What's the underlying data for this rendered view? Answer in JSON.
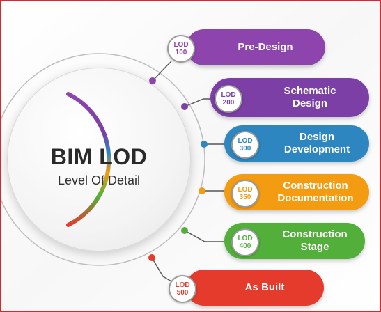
{
  "hub": {
    "title": "BIM LOD",
    "subtitle": "Level Of Detail"
  },
  "levels": [
    {
      "badge_top": "LOD",
      "badge_num": "100",
      "label": "Pre-Design",
      "color": "#8e44ad"
    },
    {
      "badge_top": "LOD",
      "badge_num": "200",
      "label": "Schematic Design",
      "color": "#7b3fa6"
    },
    {
      "badge_top": "LOD",
      "badge_num": "300",
      "label": "Design Development",
      "color": "#2e86c1"
    },
    {
      "badge_top": "LOD",
      "badge_num": "350",
      "label": "Construction Documentation",
      "color": "#f39c12"
    },
    {
      "badge_top": "LOD",
      "badge_num": "400",
      "label": "Construction Stage",
      "color": "#52b03a"
    },
    {
      "badge_top": "LOD",
      "badge_num": "500",
      "label": "As Built",
      "color": "#e53b2c"
    }
  ]
}
